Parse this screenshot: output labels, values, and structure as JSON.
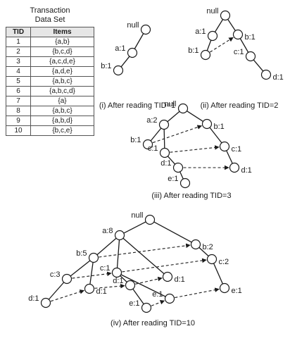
{
  "table": {
    "title_line1": "Transaction",
    "title_line2": "Data Set",
    "headers": [
      "TID",
      "Items"
    ],
    "rows": [
      [
        "1",
        "{a,b}"
      ],
      [
        "2",
        "{b,c,d}"
      ],
      [
        "3",
        "{a,c,d,e}"
      ],
      [
        "4",
        "{a,d,e}"
      ],
      [
        "5",
        "{a,b,c}"
      ],
      [
        "6",
        "{a,b,c,d}"
      ],
      [
        "7",
        "{a}"
      ],
      [
        "8",
        "{a,b,c}"
      ],
      [
        "9",
        "{a,b,d}"
      ],
      [
        "10",
        "{b,c,e}"
      ]
    ]
  },
  "trees": {
    "t1": {
      "caption": "(i) After reading TID=1",
      "nodes": [
        {
          "id": "null",
          "label": "null"
        },
        {
          "id": "a",
          "label": "a:1"
        },
        {
          "id": "b",
          "label": "b:1"
        }
      ],
      "edges": [
        [
          "null",
          "a"
        ],
        [
          "a",
          "b"
        ]
      ],
      "links": []
    },
    "t2": {
      "caption": "(ii) After reading TID=2",
      "nodes": [
        {
          "id": "null",
          "label": "null"
        },
        {
          "id": "a",
          "label": "a:1"
        },
        {
          "id": "b1",
          "label": "b:1"
        },
        {
          "id": "b2",
          "label": "b:1"
        },
        {
          "id": "c",
          "label": "c:1"
        },
        {
          "id": "d",
          "label": "d:1"
        }
      ],
      "edges": [
        [
          "null",
          "a"
        ],
        [
          "a",
          "b1"
        ],
        [
          "null",
          "b2"
        ],
        [
          "b2",
          "c"
        ],
        [
          "c",
          "d"
        ]
      ],
      "links": [
        [
          "b1",
          "b2"
        ]
      ]
    },
    "t3": {
      "caption": "(iii) After reading TID=3",
      "nodes": [
        {
          "id": "null",
          "label": "null"
        },
        {
          "id": "a",
          "label": "a:2"
        },
        {
          "id": "b1",
          "label": "b:1"
        },
        {
          "id": "c1",
          "label": "c:1"
        },
        {
          "id": "d1",
          "label": "d:1"
        },
        {
          "id": "e1",
          "label": "e:1"
        },
        {
          "id": "b2",
          "label": "b:1"
        },
        {
          "id": "c2",
          "label": "c:1"
        },
        {
          "id": "d2",
          "label": "d:1"
        }
      ],
      "edges": [
        [
          "null",
          "a"
        ],
        [
          "a",
          "b1"
        ],
        [
          "a",
          "c1"
        ],
        [
          "c1",
          "d1"
        ],
        [
          "d1",
          "e1"
        ],
        [
          "null",
          "b2"
        ],
        [
          "b2",
          "c2"
        ],
        [
          "c2",
          "d2"
        ]
      ],
      "links": [
        [
          "b1",
          "b2"
        ],
        [
          "c1",
          "c2"
        ],
        [
          "d1",
          "d2"
        ]
      ]
    },
    "t4": {
      "caption": "(iv) After reading TID=10",
      "nodes": [
        {
          "id": "null",
          "label": "null"
        },
        {
          "id": "a",
          "label": "a:8"
        },
        {
          "id": "b5",
          "label": "b:5"
        },
        {
          "id": "c3",
          "label": "c:3"
        },
        {
          "id": "d1a",
          "label": "d:1"
        },
        {
          "id": "d1b",
          "label": "d:1"
        },
        {
          "id": "c1",
          "label": "c:1"
        },
        {
          "id": "d1c",
          "label": "d:1"
        },
        {
          "id": "e1a",
          "label": "e:1"
        },
        {
          "id": "d1d",
          "label": "d:1"
        },
        {
          "id": "e1b",
          "label": "e:1"
        },
        {
          "id": "b2",
          "label": "b:2"
        },
        {
          "id": "c2",
          "label": "c:2"
        },
        {
          "id": "e1c",
          "label": "e:1"
        }
      ],
      "edges": [
        [
          "null",
          "a"
        ],
        [
          "null",
          "b2"
        ],
        [
          "a",
          "b5"
        ],
        [
          "a",
          "c1"
        ],
        [
          "a",
          "d1d"
        ],
        [
          "b5",
          "c3"
        ],
        [
          "b5",
          "d1b"
        ],
        [
          "c3",
          "d1a"
        ],
        [
          "c1",
          "d1c"
        ],
        [
          "c1",
          "e1b"
        ],
        [
          "d1c",
          "e1a"
        ],
        [
          "b2",
          "c2"
        ],
        [
          "c2",
          "e1c"
        ]
      ],
      "links": [
        [
          "b5",
          "b2"
        ],
        [
          "c3",
          "c1"
        ],
        [
          "c1",
          "c2"
        ],
        [
          "d1a",
          "d1b"
        ],
        [
          "d1b",
          "d1c"
        ],
        [
          "d1c",
          "d1d"
        ],
        [
          "e1a",
          "e1b"
        ],
        [
          "e1b",
          "e1c"
        ]
      ]
    }
  }
}
